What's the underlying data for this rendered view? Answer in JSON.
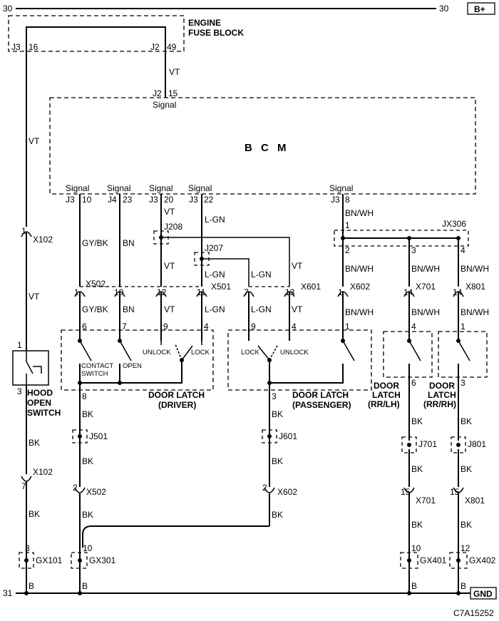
{
  "rails": {
    "top_left_num": "30",
    "top_right_num": "30",
    "top_label": "B+",
    "bottom_left_num": "31",
    "bottom_label": "GND"
  },
  "fuse_block": {
    "title_line1": "ENGINE",
    "title_line2": "FUSE BLOCK",
    "pin_left_conn": "J3",
    "pin_left_num": "16",
    "pin_right_conn": "J2",
    "pin_right_num": "49"
  },
  "bcm": {
    "title": "B C M",
    "top_signal": "Signal",
    "top_conn": "J2",
    "top_pin": "15",
    "pins": [
      {
        "signal": "Signal",
        "conn": "J3",
        "pin": "10"
      },
      {
        "signal": "Signal",
        "conn": "J4",
        "pin": "23"
      },
      {
        "signal": "Signal",
        "conn": "J3",
        "pin": "20"
      },
      {
        "signal": "Signal",
        "conn": "J3",
        "pin": "22"
      },
      {
        "signal": "Signal",
        "conn": "J3",
        "pin": "8"
      }
    ]
  },
  "wire_colors": {
    "vt": "VT",
    "gybk": "GY/BK",
    "bn": "BN",
    "lgn": "L-GN",
    "bnwh": "BN/WH",
    "bk": "BK",
    "b": "B"
  },
  "connectors": {
    "x102": "X102",
    "x502": "X502",
    "x501": "X501",
    "x601": "X601",
    "x602": "X602",
    "x701": "X701",
    "x801": "X801",
    "j208": "J208",
    "j207": "J207",
    "jx306": "JX306",
    "j501": "J501",
    "j601": "J601",
    "j701": "J701",
    "j801": "J801",
    "gx101": "GX101",
    "gx301": "GX301",
    "gx401": "GX401",
    "gx402": "GX402"
  },
  "pins": {
    "p1": "1",
    "p2": "2",
    "p3": "3",
    "p4": "4",
    "p6": "6",
    "p7": "7",
    "p8": "8",
    "p9": "9",
    "p10": "10",
    "p11": "11",
    "p12": "12",
    "p13": "13",
    "p14": "14",
    "p15": "15"
  },
  "components": {
    "hood_line1": "HOOD",
    "hood_line2": "OPEN",
    "hood_line3": "SWITCH",
    "driver_line1": "DOOR LATCH",
    "driver_line2": "(DRIVER)",
    "passenger_line1": "DOOR LATCH",
    "passenger_line2": "(PASSENGER)",
    "rrlh_line1": "DOOR",
    "rrlh_line2": "LATCH",
    "rrlh_line3": "(RR/LH)",
    "rrrh_line1": "DOOR",
    "rrrh_line2": "LATCH",
    "rrrh_line3": "(RR/RH)",
    "unlock": "UNLOCK",
    "lock": "LOCK",
    "contact1": "CONTACT",
    "contact2": "SWITCH",
    "open": "OPEN"
  },
  "footer": {
    "code": "C7A15252"
  }
}
